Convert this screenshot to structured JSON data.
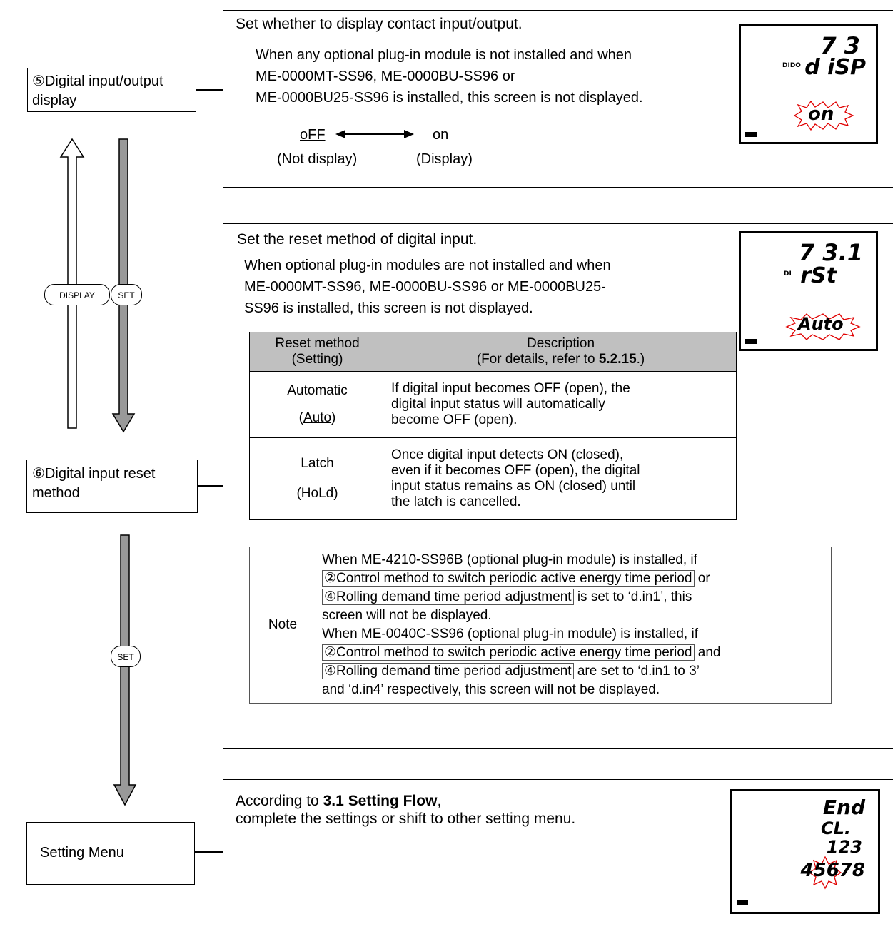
{
  "left": {
    "step5_label": "⑤Digital input/output display",
    "step6_label": "⑥Digital input reset method",
    "setting_menu_label": "Setting Menu",
    "display_key": "DISPLAY",
    "set_key_1": "SET",
    "set_key_2": "SET"
  },
  "panel1": {
    "title": "Set whether to display contact input/output.",
    "note_l1": "When any optional plug-in module is not installed and when",
    "note_l2": "ME-0000MT-SS96, ME-0000BU-SS96 or",
    "note_l3": "ME-0000BU25-SS96 is installed, this screen is not displayed.",
    "option_off": "oFF",
    "option_on": "on",
    "option_off_desc": "(Not display)",
    "option_on_desc": "(Display)",
    "lcd": {
      "line1": "7 3",
      "tag": "DIDO",
      "line2": "d iSP",
      "line3": "on"
    }
  },
  "panel2": {
    "title": "Set the reset method of digital input.",
    "note_l1": "When optional plug-in modules are not installed and when",
    "note_l2": "ME-0000MT-SS96, ME-0000BU-SS96 or ME-0000BU25-",
    "note_l3": "SS96 is installed, this screen is not displayed.",
    "table": {
      "h1_l1": "Reset method",
      "h1_l2": "(Setting)",
      "h2_l1": "Description",
      "h2_l2_pre": "(For details, refer to ",
      "h2_l2_bold": "5.2.15",
      "h2_l2_post": ".)",
      "r1_name": "Automatic",
      "r1_code": "Auto",
      "r1_d1": "If digital input becomes OFF (open), the",
      "r1_d2": "digital input status will automatically",
      "r1_d3": "become OFF (open).",
      "r2_name": "Latch",
      "r2_code": "(HoLd)",
      "r2_d1": "Once digital input detects ON (closed),",
      "r2_d2": "even if it becomes OFF (open), the digital",
      "r2_d3": "input status remains as ON (closed) until",
      "r2_d4": "the latch is cancelled."
    },
    "note": {
      "label": "Note",
      "l1": "When ME-4210-SS96B (optional plug-in module) is installed, if",
      "l2_box": "②Control method to switch periodic active energy time period",
      "l2_post": " or",
      "l3_box": "④Rolling demand time period adjustment",
      "l3_post": " is set to ‘d.in1’, this",
      "l4": "screen will not be displayed.",
      "l5": "When ME-0040C-SS96 (optional plug-in module) is installed, if",
      "l6_box": "②Control method to switch periodic active energy time period",
      "l6_post": " and",
      "l7_box": "④Rolling demand time period adjustment",
      "l7_post": " are set to ‘d.in1 to 3’",
      "l8": "and ‘d.in4’ respectively, this screen will not be displayed."
    },
    "lcd": {
      "line1": "7 3.1",
      "tag": "DI",
      "line2": "rSt",
      "line3": "Auto"
    }
  },
  "panel3": {
    "l1_pre": "According to ",
    "l1_bold": "3.1 Setting Flow",
    "l1_post": ",",
    "l2": "complete the settings or shift to other setting menu.",
    "lcd": {
      "line1": "End",
      "line2": "CL.",
      "line3": "123",
      "line4": "45678"
    }
  }
}
